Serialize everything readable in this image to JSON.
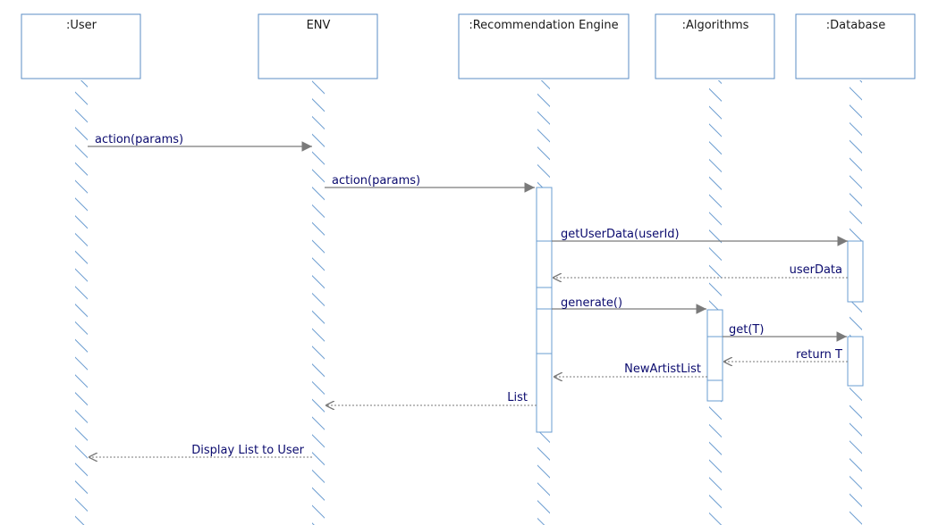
{
  "lifelines": [
    {
      "id": "user",
      "label": ":User"
    },
    {
      "id": "env",
      "label": "ENV"
    },
    {
      "id": "engine",
      "label": ":Recommendation Engine"
    },
    {
      "id": "algorithms",
      "label": ":Algorithms"
    },
    {
      "id": "database",
      "label": ":Database"
    }
  ],
  "messages": [
    {
      "label": "action(params)",
      "from": "user",
      "to": "env",
      "kind": "sync"
    },
    {
      "label": "action(params)",
      "from": "env",
      "to": "engine",
      "kind": "sync"
    },
    {
      "label": "getUserData(userId)",
      "from": "engine",
      "to": "database",
      "kind": "sync"
    },
    {
      "label": "userData",
      "from": "database",
      "to": "engine",
      "kind": "reply"
    },
    {
      "label": "generate()",
      "from": "engine",
      "to": "algorithms",
      "kind": "sync"
    },
    {
      "label": "get(T)",
      "from": "algorithms",
      "to": "database",
      "kind": "sync"
    },
    {
      "label": "return T",
      "from": "database",
      "to": "algorithms",
      "kind": "reply"
    },
    {
      "label": "NewArtistList",
      "from": "algorithms",
      "to": "engine",
      "kind": "reply"
    },
    {
      "label": "List",
      "from": "engine",
      "to": "env",
      "kind": "reply"
    },
    {
      "label": "Display List to User",
      "from": "env",
      "to": "user",
      "kind": "reply"
    }
  ],
  "colors": {
    "lifeline_hatch": "#6a9cd0",
    "box_border": "#5b8cc4",
    "message_text": "#0a0a6e",
    "arrow": "#7a7a7a"
  }
}
